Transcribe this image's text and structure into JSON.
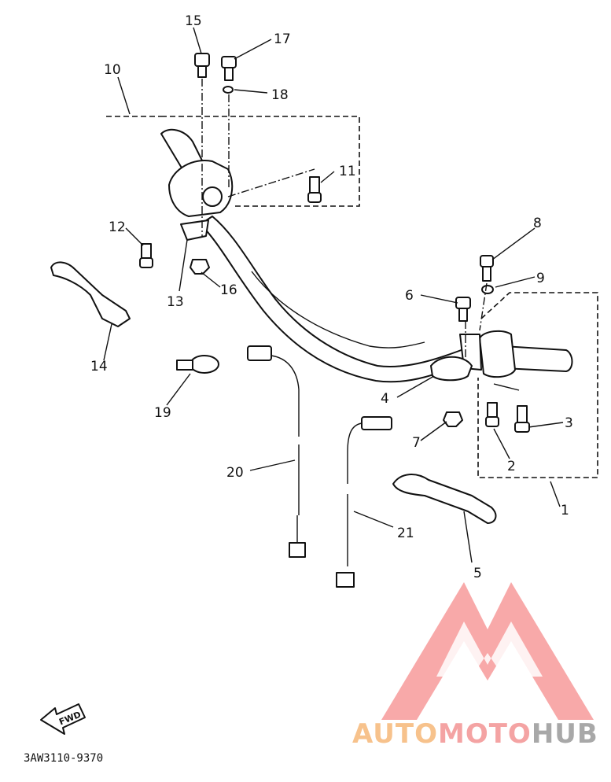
{
  "diagram": {
    "part_labels": [
      "1",
      "2",
      "3",
      "4",
      "5",
      "6",
      "7",
      "8",
      "9",
      "10",
      "11",
      "12",
      "13",
      "14",
      "15",
      "16",
      "17",
      "18",
      "19",
      "20",
      "21"
    ],
    "diagram_code": "3AW3110-9370",
    "direction_arrow_label": "FWD"
  },
  "watermark": {
    "part1": "AUTO",
    "part2": "MOTO",
    "part3": "HUB",
    "colors": {
      "auto": "#f7c28c",
      "moto": "#f4a3a3",
      "hub": "#a8a8a8",
      "logo": "#f7a0a0"
    }
  }
}
